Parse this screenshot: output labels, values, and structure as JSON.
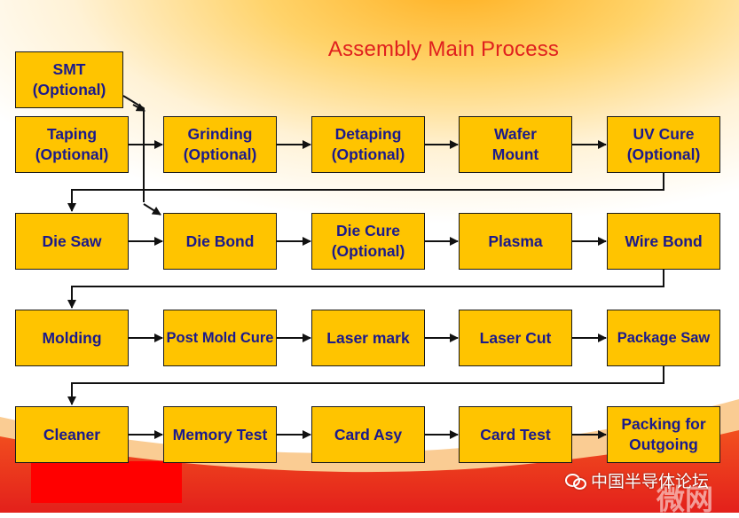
{
  "title": "Assembly Main Process",
  "colors": {
    "box_fill": "#ffc400",
    "box_text": "#1b1a8c",
    "title": "#e0201e",
    "accent_red": "#ff0000"
  },
  "boxes": {
    "smt": "SMT\n(Optional)",
    "taping": "Taping\n(Optional)",
    "grinding": "Grinding\n(Optional)",
    "detaping": "Detaping\n(Optional)",
    "wafer_mount": "Wafer\nMount",
    "uv_cure": "UV Cure\n(Optional)",
    "die_saw": "Die Saw",
    "die_bond": "Die Bond",
    "die_cure": "Die Cure\n(Optional)",
    "plasma": "Plasma",
    "wire_bond": "Wire Bond",
    "molding": "Molding",
    "post_mold_cure": "Post Mold Cure",
    "laser_mark": "Laser mark",
    "laser_cut": "Laser Cut",
    "package_saw": "Package Saw",
    "cleaner": "Cleaner",
    "memory_test": "Memory Test",
    "card_asy": "Card Asy",
    "card_test": "Card Test",
    "packing": "Packing for\nOutgoing"
  },
  "watermark": {
    "text": "中国半导体论坛",
    "suffix": "微网"
  }
}
